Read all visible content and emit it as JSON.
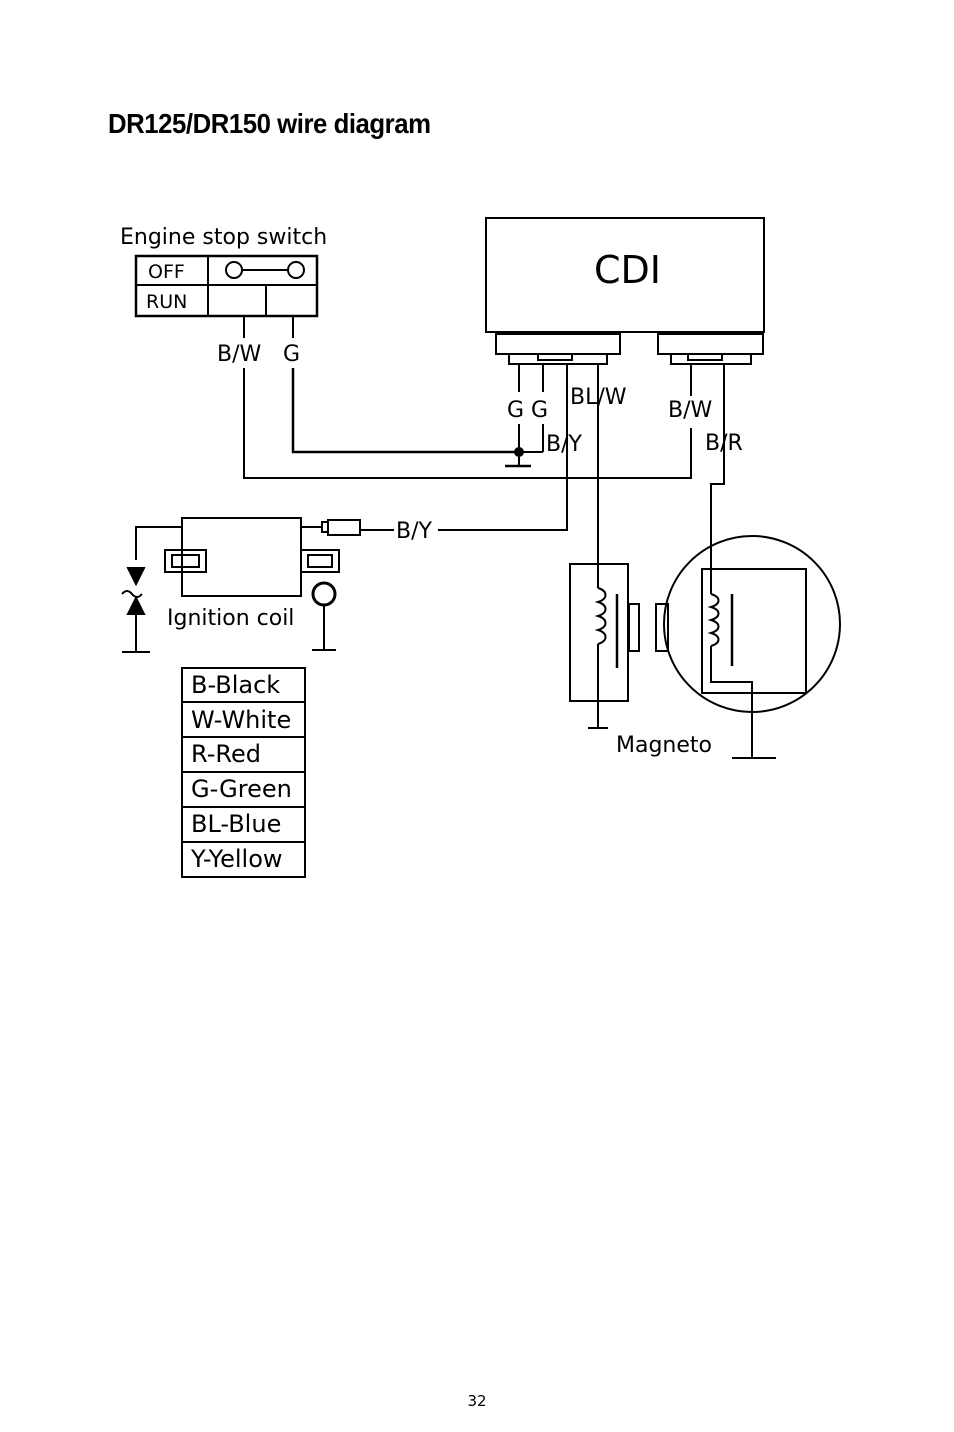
{
  "title": "DR125/DR150 wire diagram",
  "page_number": "32",
  "diagram": {
    "switch_label": "Engine stop switch",
    "switch_states": [
      "OFF",
      "RUN"
    ],
    "cdi_label": "CDI",
    "ignition_coil_label": "Ignition coil",
    "magneto_label": "Magneto",
    "wire_labels": {
      "switch_bw": "B/W",
      "switch_g": "G",
      "cdi_g1": "G",
      "cdi_g2": "G",
      "cdi_blw": "BL/W",
      "cdi_by": "B/Y",
      "cdi_bw": "B/W",
      "cdi_br": "B/R",
      "coil_by": "B/Y"
    },
    "legend": [
      "B-Black",
      "W-White",
      "R-Red",
      "G-Green",
      "BL-Blue",
      "Y-Yellow"
    ]
  }
}
